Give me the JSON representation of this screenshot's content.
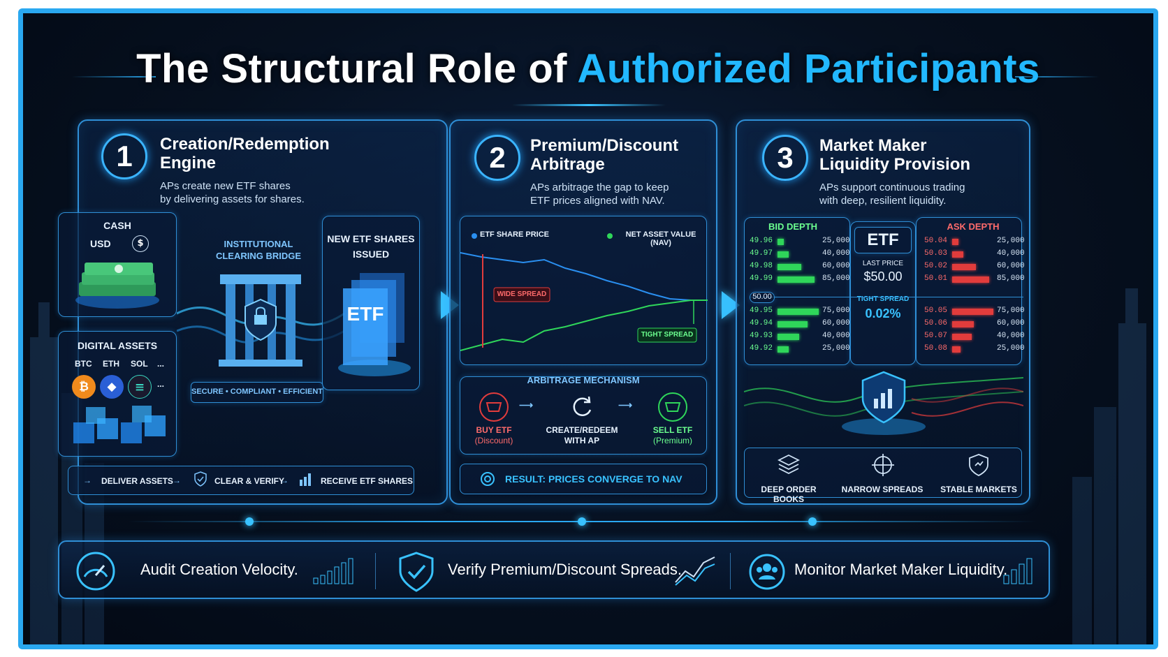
{
  "title": {
    "main": "The Structural Role of ",
    "highlight": "Authorized Participants"
  },
  "colors": {
    "accent": "#22b8ff",
    "green": "#2fd65a",
    "red": "#e23c3c",
    "border": "#2f8fd6"
  },
  "panel1": {
    "number": "1",
    "title_line1": "Creation/Redemption",
    "title_line2": "Engine",
    "desc_line1": "APs create new ETF shares",
    "desc_line2": "by delivering assets for shares.",
    "cash": "CASH",
    "usd": "USD",
    "usd_symbol": "$",
    "digital": "DIGITAL ASSETS",
    "btc": "BTC",
    "eth": "ETH",
    "sol": "SOL",
    "more": "...",
    "bridge_line1": "INSTITUTIONAL",
    "bridge_line2": "CLEARING BRIDGE",
    "bridge_tag": "SECURE • COMPLIANT • EFFICIENT",
    "new_line1": "NEW ETF SHARES",
    "new_line2": "ISSUED",
    "etf_label": "ETF",
    "step1": "DELIVER ASSETS",
    "step2": "CLEAR & VERIFY",
    "step3": "RECEIVE ETF SHARES"
  },
  "panel2": {
    "number": "2",
    "title_line1": "Premium/Discount",
    "title_line2": "Arbitrage",
    "desc_line1": "APs arbitrage the gap to keep",
    "desc_line2": "ETF prices aligned with NAV.",
    "legend_etf": "ETF SHARE PRICE",
    "legend_nav": "NET ASSET VALUE (NAV)",
    "wide": "WIDE SPREAD",
    "tight": "TIGHT SPREAD",
    "mech_title": "ARBITRAGE MECHANISM",
    "buy_line1": "BUY ETF",
    "buy_line2": "(Discount)",
    "create_line1": "CREATE/REDEEM",
    "create_line2": "WITH AP",
    "sell_line1": "SELL ETF",
    "sell_line2": "(Premium)",
    "result": "RESULT:  PRICES CONVERGE TO NAV"
  },
  "panel3": {
    "number": "3",
    "title_line1": "Market Maker",
    "title_line2": "Liquidity Provision",
    "desc_line1": "APs support continuous trading",
    "desc_line2": "with deep, resilient liquidity.",
    "bid_title": "BID DEPTH",
    "ask_title": "ASK DEPTH",
    "etf": "ETF",
    "last_price_label": "LAST PRICE",
    "last_price": "$50.00",
    "mid": "50.00",
    "tight_label": "TIGHT SPREAD",
    "tight_value": "0.02%",
    "bids_top": [
      {
        "p": "49.96",
        "q": "25,000",
        "f": 0.15
      },
      {
        "p": "49.97",
        "q": "40,000",
        "f": 0.25
      },
      {
        "p": "49.98",
        "q": "60,000",
        "f": 0.55
      },
      {
        "p": "49.99",
        "q": "85,000",
        "f": 0.85
      }
    ],
    "bids_bottom": [
      {
        "p": "49.95",
        "q": "75,000",
        "f": 0.95
      },
      {
        "p": "49.94",
        "q": "60,000",
        "f": 0.7
      },
      {
        "p": "49.93",
        "q": "40,000",
        "f": 0.5
      },
      {
        "p": "49.92",
        "q": "25,000",
        "f": 0.25
      }
    ],
    "asks_top": [
      {
        "p": "50.04",
        "q": "25,000",
        "f": 0.15
      },
      {
        "p": "50.03",
        "q": "40,000",
        "f": 0.25
      },
      {
        "p": "50.02",
        "q": "60,000",
        "f": 0.55
      },
      {
        "p": "50.01",
        "q": "85,000",
        "f": 0.85
      }
    ],
    "asks_bottom": [
      {
        "p": "50.05",
        "q": "75,000",
        "f": 0.95
      },
      {
        "p": "50.06",
        "q": "60,000",
        "f": 0.5
      },
      {
        "p": "50.07",
        "q": "40,000",
        "f": 0.45
      },
      {
        "p": "50.08",
        "q": "25,000",
        "f": 0.2
      }
    ],
    "feat1": "DEEP ORDER BOOKS",
    "feat2": "NARROW SPREADS",
    "feat3": "STABLE MARKETS"
  },
  "bottom": {
    "item1": "Audit Creation Velocity.",
    "item2": "Verify Premium/Discount Spreads.",
    "item3": "Monitor Market Maker Liquidity."
  }
}
